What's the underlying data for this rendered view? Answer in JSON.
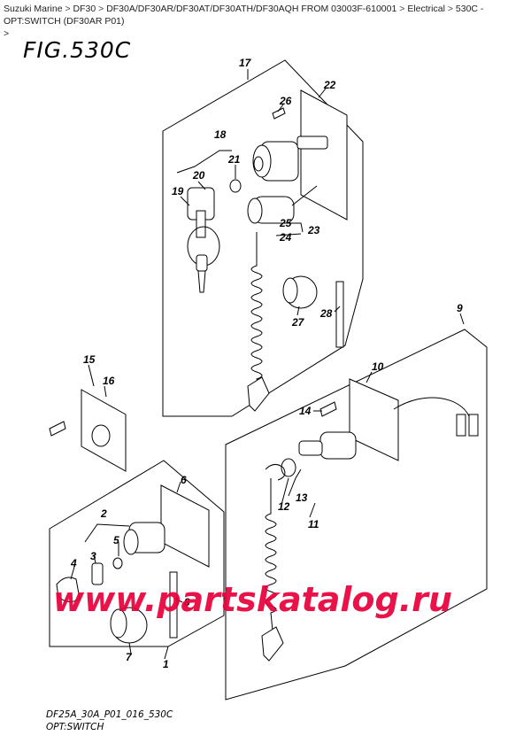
{
  "breadcrumb": {
    "items": [
      "Suzuki Marine",
      "DF30",
      "DF30A/DF30AR/DF30AT/DF30ATH/DF30AQH FROM 03003F-610001",
      "Electrical",
      "530C - OPT:SWITCH (DF30AR P01)"
    ],
    "trailing": ">"
  },
  "figure": {
    "title": "FIG.530C"
  },
  "callouts": [
    "17",
    "22",
    "26",
    "18",
    "21",
    "20",
    "19",
    "25",
    "24",
    "23",
    "27",
    "28",
    "9",
    "10",
    "15",
    "16",
    "14",
    "13",
    "12",
    "11",
    "6",
    "2",
    "5",
    "3",
    "4",
    "8",
    "7",
    "1"
  ],
  "watermark": "www.partskatalog.ru",
  "footer": {
    "code": "DF25A_30A_P01_016_530C",
    "caption": "OPT:SWITCH"
  }
}
